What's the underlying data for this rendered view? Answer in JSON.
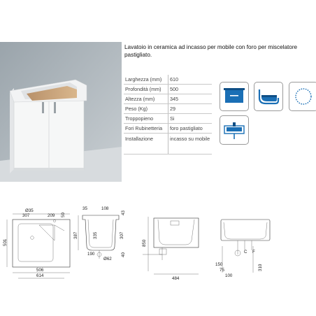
{
  "title": "Lavatoio in ceramica ad incasso per mobile con foro per miscelatore pastigliato.",
  "specs": [
    {
      "label": "Larghezza (mm)",
      "value": "610"
    },
    {
      "label": "Profondità (mm)",
      "value": "500"
    },
    {
      "label": "Altezza (mm)",
      "value": "345"
    },
    {
      "label": "Peso (Kg)",
      "value": "29"
    },
    {
      "label": "Troppopieno",
      "value": "Si"
    },
    {
      "label": "Fori Rubinetteria",
      "value": "foro pastigliato"
    },
    {
      "label": "Installazione",
      "value": "incasso su mobile"
    }
  ],
  "icons": [
    "countertop-sink-icon",
    "washbasin-bowl-icon",
    "round-drain-icon",
    "wall-faucet-sink-icon"
  ],
  "accent_color": "#1a6fb5",
  "drawing1": {
    "d_hole": "Ø35",
    "w1": "307",
    "w2": "209",
    "h_right": "50",
    "h_total": "501",
    "w_inner": "506",
    "w_outer": "614"
  },
  "drawing2": {
    "top1": "35",
    "top2": "108",
    "top3": "43",
    "h_inner": "335",
    "h_outer": "387",
    "h_right": "307",
    "w_drain": "190",
    "d_drain": "Ø62",
    "h_small": "40"
  },
  "drawing3": {
    "h": "850",
    "w": "484"
  },
  "drawing4": {
    "c": "C",
    "f": "F",
    "d150": "150",
    "d75": "75",
    "d100": "100",
    "d310": "310"
  }
}
